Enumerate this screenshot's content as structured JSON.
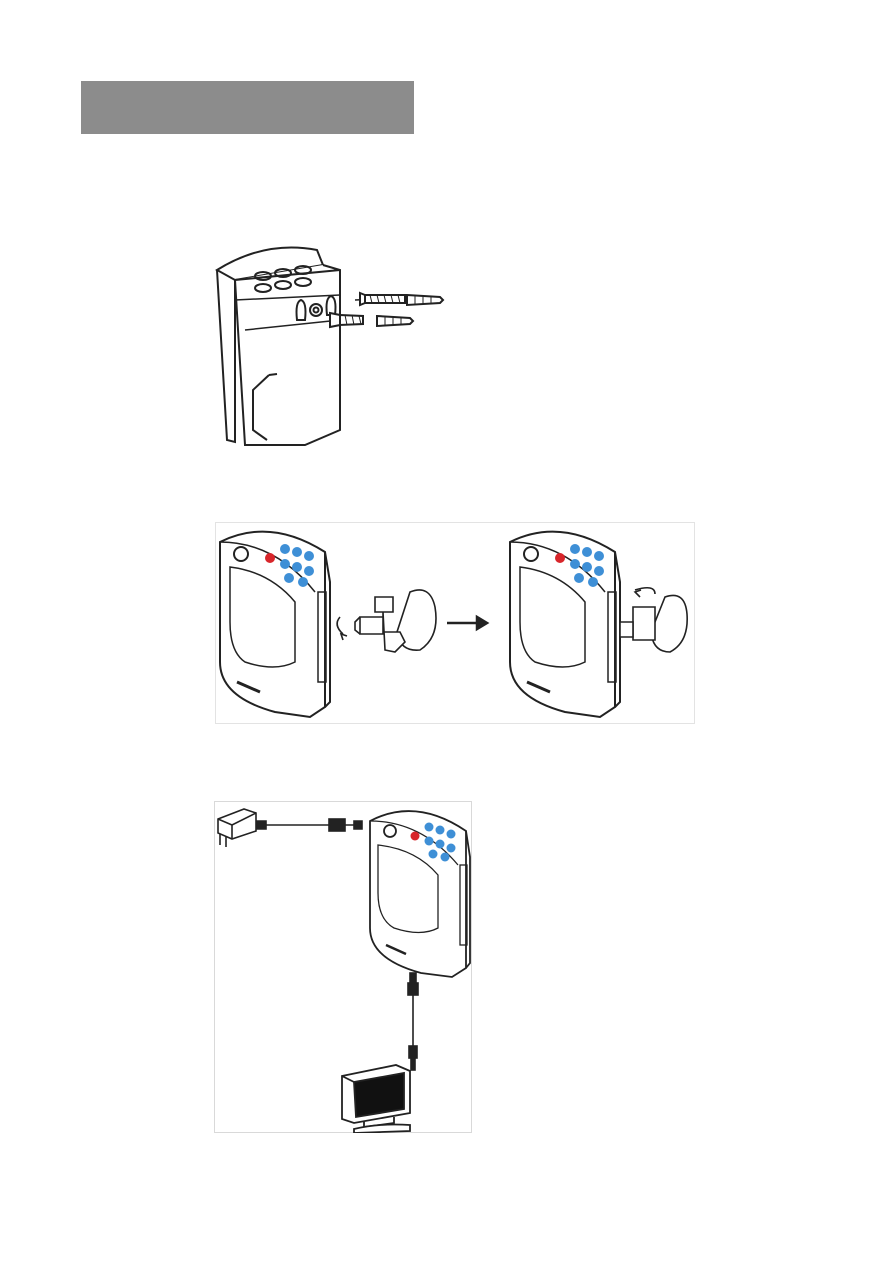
{
  "header": {
    "title": ""
  },
  "colors": {
    "header_bar": "#8c8c8c",
    "line": "#222222",
    "keypad_blue": "#3e8fd6",
    "keypad_red": "#d8262b",
    "frame": "#d9d9d9"
  },
  "figures": [
    {
      "id": "wall-mount-screws",
      "icon": "wall-mount-icon"
    },
    {
      "id": "stand-attach",
      "icon": "stand-attach-icon"
    },
    {
      "id": "power-and-monitor-connection",
      "icon": "connection-icon"
    }
  ]
}
